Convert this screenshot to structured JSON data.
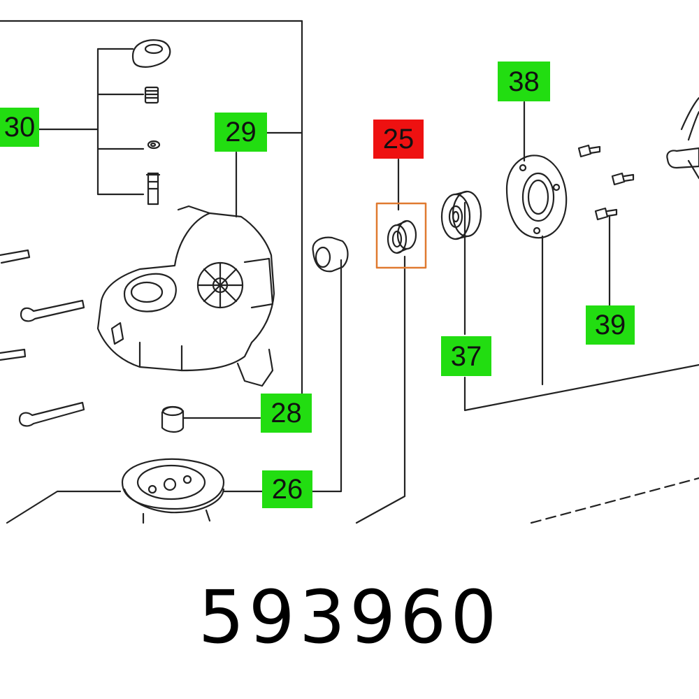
{
  "part_number": "593960",
  "colors": {
    "label_green": "#22dd11",
    "label_red": "#ee1111",
    "highlight_box": "#e07a30",
    "line": "#222222"
  },
  "callouts": [
    {
      "id": "25",
      "text": "25",
      "status": "highlighted"
    },
    {
      "id": "26",
      "text": "26",
      "status": "normal"
    },
    {
      "id": "28",
      "text": "28",
      "status": "normal"
    },
    {
      "id": "29",
      "text": "29",
      "status": "normal"
    },
    {
      "id": "30",
      "text": "30",
      "status": "normal"
    },
    {
      "id": "37",
      "text": "37",
      "status": "normal"
    },
    {
      "id": "38",
      "text": "38",
      "status": "normal"
    },
    {
      "id": "39",
      "text": "39",
      "status": "normal"
    }
  ]
}
